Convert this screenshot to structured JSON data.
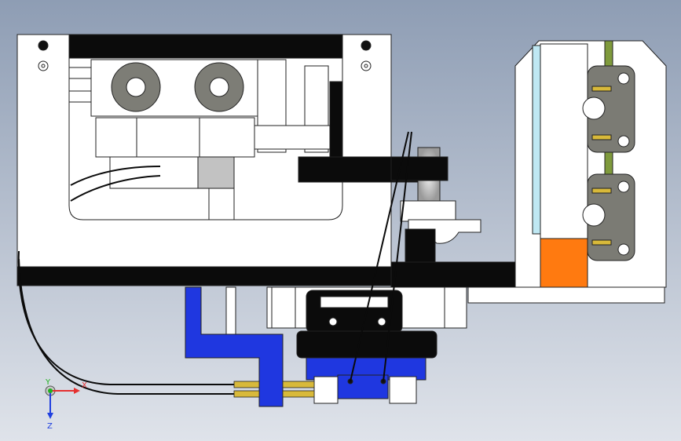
{
  "viewport": {
    "background_top": "#8e9db4",
    "background_bottom": "#dfe3ea"
  },
  "colors": {
    "body": "#ffffff",
    "outline": "#222222",
    "black_part": "#0b0b0b",
    "blue_part": "#1f37e0",
    "orange_part": "#ff7a10",
    "grey_part": "#c2c2c2",
    "dark_grey": "#7b7b74",
    "cyan_glass": "#bfe8f3",
    "green_strip": "#7f9a3c",
    "brass": "#d8b93a"
  },
  "triad": {
    "x_label": "X",
    "y_label": "Y",
    "z_label": "Z",
    "x_color": "#e53030",
    "y_color": "#20b020",
    "z_color": "#2040e0"
  }
}
